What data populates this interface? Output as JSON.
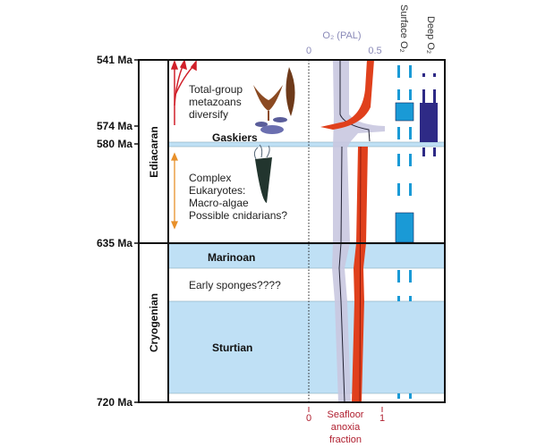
{
  "ages": [
    "541 Ma",
    "574 Ma",
    "580 Ma",
    "635 Ma",
    "720 Ma"
  ],
  "periods": [
    "Ediacaran",
    "Cryogenian"
  ],
  "glaciations": [
    "Gaskiers",
    "Marinoan",
    "Sturtian"
  ],
  "annotations": {
    "metazoa": [
      "Total-group",
      "metazoans",
      "diversify"
    ],
    "eukaryotes": [
      "Complex",
      "Eukaryotes:",
      "Macro-algae",
      "Possible cnidarians?"
    ],
    "sponges": "Early sponges????"
  },
  "o2_axis": {
    "title": "O₂ (PAL)",
    "ticks": [
      "0",
      "0.5"
    ]
  },
  "anoxia_axis": {
    "title": [
      "Seafloor",
      "anoxia",
      "fraction"
    ],
    "ticks": [
      "0",
      "1"
    ]
  },
  "column_headers": {
    "surface": "Surface O₂",
    "deep": "Deep O₂"
  },
  "colors": {
    "glacial": "#bfe0f5",
    "anoxia": "#e0401c",
    "o2_band": "#c9c8e0",
    "surface": "#1a9ad6",
    "deep": "#2e2a86",
    "arrow_red": "#d0202a",
    "arrow_orange": "#e8902a"
  }
}
